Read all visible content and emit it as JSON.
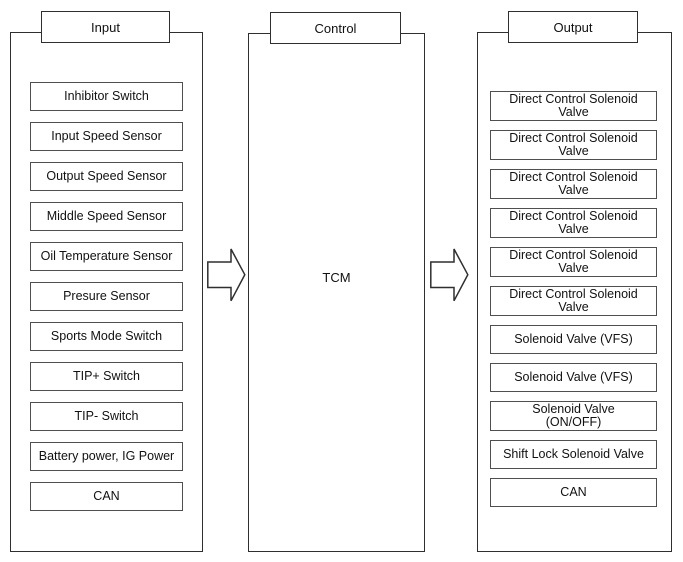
{
  "input": {
    "header": "Input",
    "items": [
      "Inhibitor Switch",
      "Input Speed Sensor",
      "Output Speed Sensor",
      "Middle Speed Sensor",
      "Oil Temperature Sensor",
      "Presure Sensor",
      "Sports Mode Switch",
      "TIP+ Switch",
      "TIP- Switch",
      "Battery power, IG Power",
      "CAN"
    ]
  },
  "control": {
    "header": "Control",
    "label": "TCM"
  },
  "output": {
    "header": "Output",
    "items": [
      "Direct Control Solenoid Valve",
      "Direct Control Solenoid Valve",
      "Direct Control Solenoid Valve",
      "Direct Control Solenoid Valve",
      "Direct Control Solenoid Valve",
      "Direct Control Solenoid Valve",
      "Solenoid Valve (VFS)",
      "Solenoid Valve (VFS)",
      "Solenoid Valve\n(ON/OFF)",
      "Shift Lock Solenoid Valve",
      "CAN"
    ]
  },
  "icons": {
    "flow_arrow": "right-block-arrow"
  },
  "colors": {
    "background": "#ffffff",
    "border_dark": "#2f2f2f",
    "border_cell": "#4f4f4f",
    "text": "#111111"
  }
}
